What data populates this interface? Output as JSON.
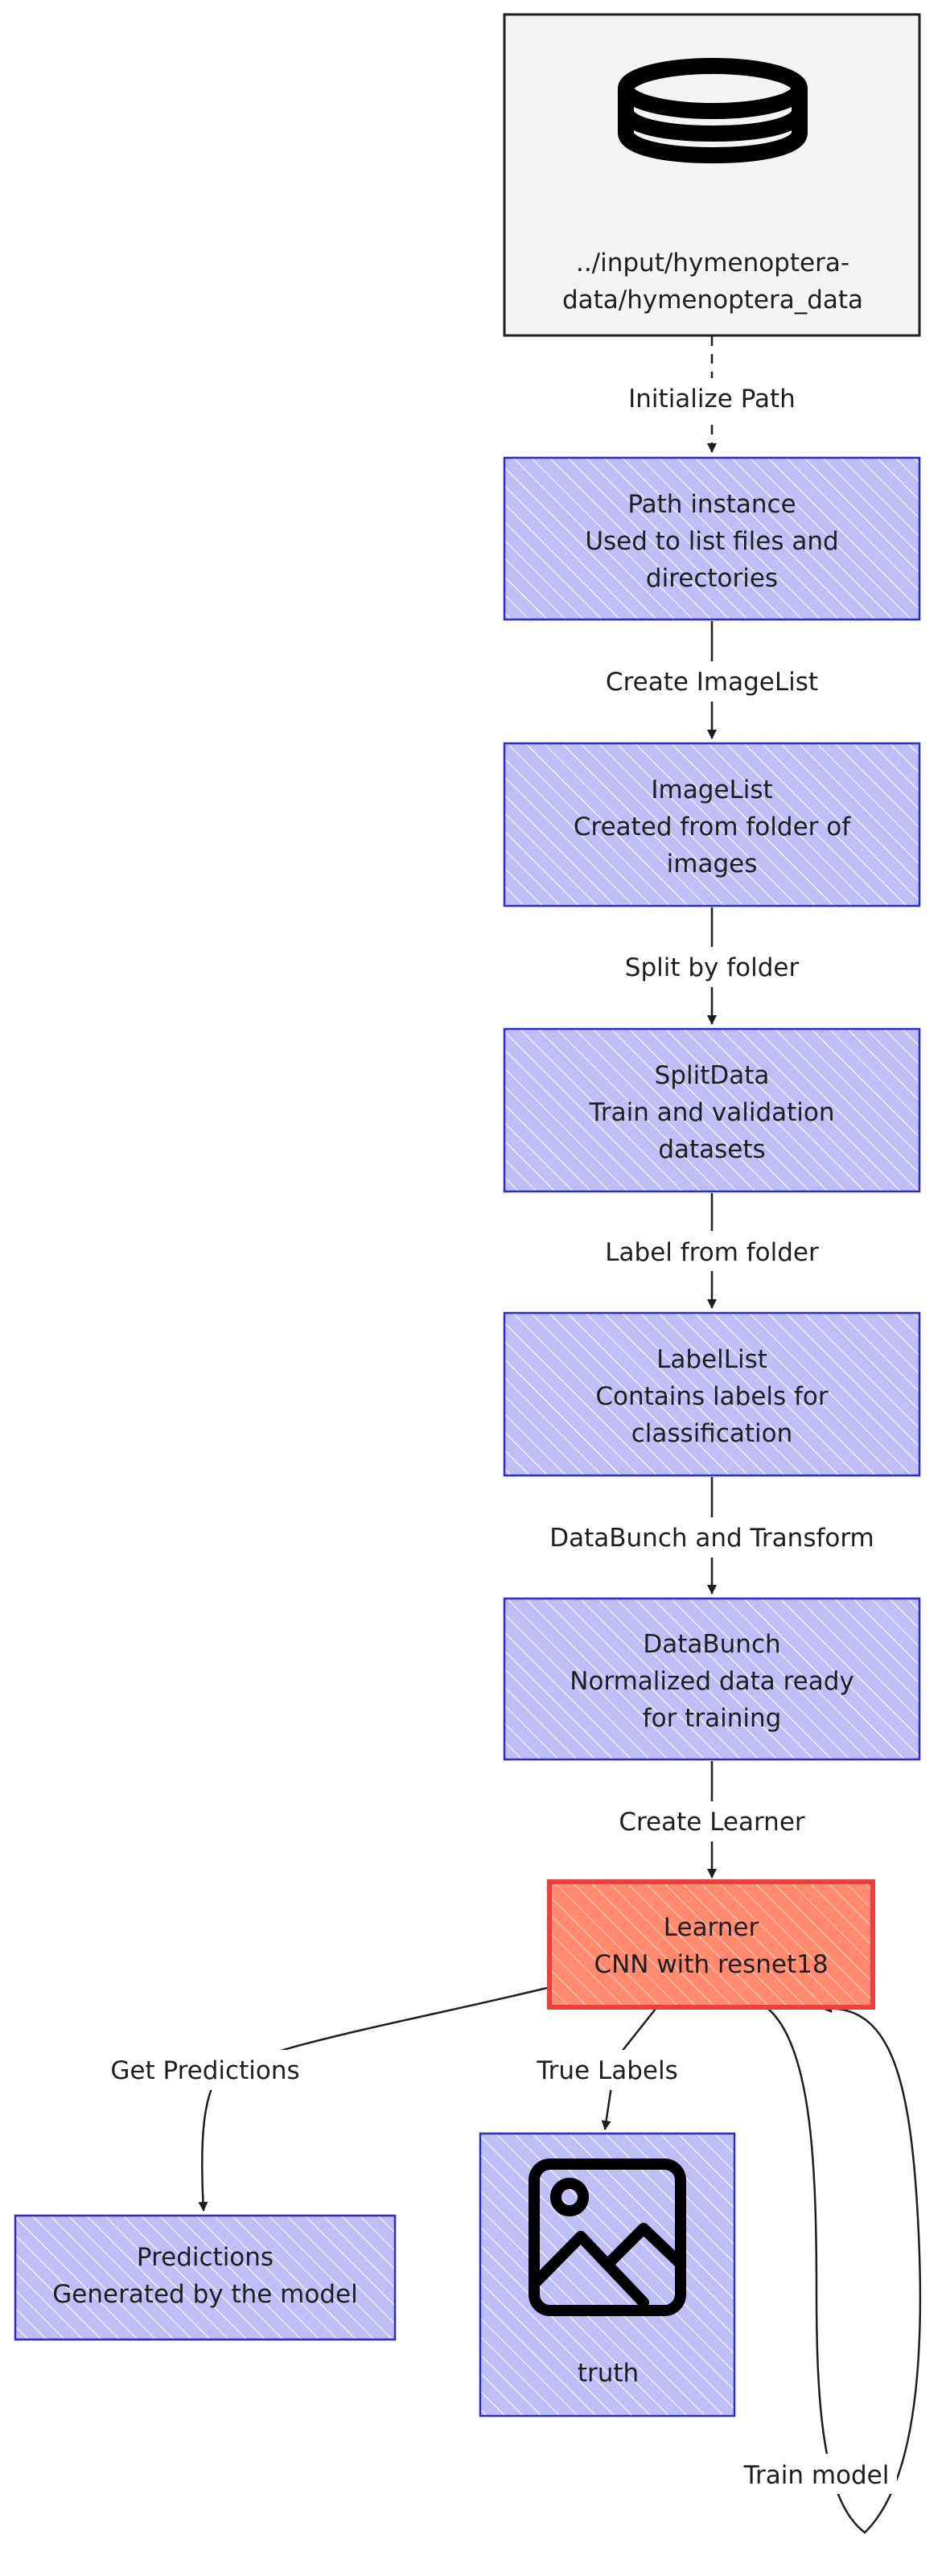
{
  "colors": {
    "process_fill": "#bfbff8",
    "process_stroke": "#2a2ad8",
    "hatch": "#ffffff",
    "source_fill": "#f4f4f4",
    "source_stroke": "#1e1e1e",
    "learner_fill": "#ff8a6e",
    "learner_stroke": "#f03e3e",
    "line": "#1e1e1e"
  },
  "nodes": {
    "source": {
      "icon": "database-icon",
      "lines": [
        "../input/hymenoptera-",
        "data/hymenoptera_data"
      ]
    },
    "path": {
      "lines": [
        "Path instance",
        "Used to list files and",
        "directories"
      ]
    },
    "imagelist": {
      "lines": [
        "ImageList",
        "Created from folder of",
        "images"
      ]
    },
    "splitdata": {
      "lines": [
        "SplitData",
        "Train and validation",
        "datasets"
      ]
    },
    "labellist": {
      "lines": [
        "LabelList",
        "Contains labels for",
        "classification"
      ]
    },
    "databunch": {
      "lines": [
        "DataBunch",
        "Normalized data ready",
        "for training"
      ]
    },
    "learner": {
      "lines": [
        "Learner",
        "CNN with resnet18"
      ]
    },
    "predictions": {
      "lines": [
        "Predictions",
        "Generated by the model"
      ]
    },
    "truth": {
      "icon": "image-icon",
      "lines": [
        "truth"
      ]
    }
  },
  "edges": {
    "initialize_path": "Initialize Path",
    "create_imagelist": "Create ImageList",
    "split_by_folder": "Split by folder",
    "label_from_folder": "Label from folder",
    "databunch_transform": "DataBunch and Transform",
    "create_learner": "Create Learner",
    "get_predictions": "Get Predictions",
    "true_labels": "True Labels",
    "train_model": "Train model"
  }
}
